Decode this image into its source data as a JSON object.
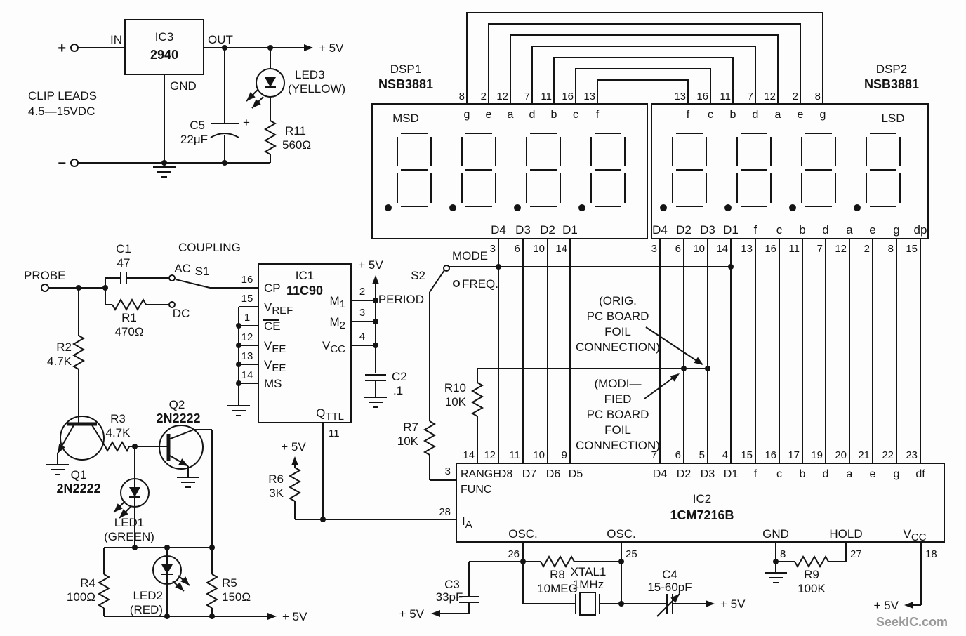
{
  "watermark": "SeekIC.com",
  "power": {
    "plus": "+",
    "minus": "−",
    "in_label": "IN",
    "out_label": "OUT",
    "gnd_label": "GND",
    "ic_ref": "IC3",
    "ic_part": "2940",
    "clip_line1": "CLIP LEADS",
    "clip_line2": "4.5—15VDC",
    "c5_ref": "C5",
    "c5_val": "22μF",
    "c5_polarity": "+",
    "led3_ref": "LED3",
    "led3_color": "(YELLOW)",
    "r11_ref": "R11",
    "r11_val": "560Ω",
    "v5": "+ 5V"
  },
  "displays": {
    "dsp1_ref": "DSP1",
    "dsp1_part": "NSB3881",
    "msd": "MSD",
    "dsp2_ref": "DSP2",
    "dsp2_part": "NSB3881",
    "lsd": "LSD",
    "dsp1_top_pins": [
      "8",
      "2",
      "12",
      "7",
      "11",
      "16",
      "13"
    ],
    "dsp1_top_segs": [
      "g",
      "e",
      "a",
      "d",
      "b",
      "c",
      "f"
    ],
    "dsp2_top_pins": [
      "13",
      "16",
      "11",
      "7",
      "12",
      "2",
      "8"
    ],
    "dsp2_top_segs": [
      "f",
      "c",
      "b",
      "d",
      "a",
      "e",
      "g"
    ],
    "dsp1_bot_labels": [
      "D4",
      "D3",
      "D2",
      "D1"
    ],
    "dsp1_bot_pins": [
      "3",
      "6",
      "10",
      "14"
    ],
    "dsp2_bot_labels": [
      "D4",
      "D2",
      "D3",
      "D1",
      "f",
      "c",
      "b",
      "d",
      "a",
      "e",
      "g",
      "dp"
    ],
    "dsp2_bot_pins": [
      "3",
      "6",
      "10",
      "14",
      "13",
      "16",
      "11",
      "7",
      "12",
      "2",
      "8",
      "15"
    ]
  },
  "front_end": {
    "probe": "PROBE",
    "c1_ref": "C1",
    "c1_val": "47",
    "coupling": "COUPLING",
    "ac": "AC",
    "dc": "DC",
    "s1": "S1",
    "r1_ref": "R1",
    "r1_val": "470Ω",
    "r2_ref": "R2",
    "r2_val": "4.7K",
    "q1_ref": "Q1",
    "q1_part": "2N2222",
    "r3_ref": "R3",
    "r3_val": "4.7K",
    "q2_ref": "Q2",
    "q2_part": "2N2222",
    "led1_ref": "LED1",
    "led1_color": "(GREEN)",
    "led2_ref": "LED2",
    "led2_color": "(RED)",
    "r4_ref": "R4",
    "r4_val": "100Ω",
    "r5_ref": "R5",
    "r5_val": "150Ω",
    "v5": "+ 5V"
  },
  "ic1": {
    "ref": "IC1",
    "part": "11C90",
    "v5": "+ 5V",
    "pin16": "16",
    "cp": "CP",
    "pin15": "15",
    "vref_base": "V",
    "vref_sub": "REF",
    "pin1": "1",
    "ce": "CE",
    "pin12": "12",
    "pin13": "13",
    "vee_base": "V",
    "vee_sub": "EE",
    "pin14": "14",
    "ms": "MS",
    "pin2": "2",
    "m1_base": "M",
    "m1_sub": "1",
    "pin3": "3",
    "m2_base": "M",
    "m2_sub": "2",
    "pin4": "4",
    "vcc_base": "V",
    "vcc_sub": "CC",
    "pin11": "11",
    "qttl_base": "Q",
    "qttl_sub": "TTL",
    "c2_ref": "C2",
    "c2_val": ".1",
    "r6_ref": "R6",
    "r6_val": "3K",
    "r6_v5": "+ 5V"
  },
  "mode_sw": {
    "mode": "MODE",
    "s2": "S2",
    "freq": "FREQ.",
    "period": "PERIOD",
    "r7_ref": "R7",
    "r7_val": "10K",
    "r10_ref": "R10",
    "r10_val": "10K"
  },
  "notes": {
    "orig": [
      "(ORIG.",
      "PC BOARD",
      "FOIL",
      "CONNECTION)"
    ],
    "mod": [
      "(MODI—",
      "FIED",
      "PC BOARD",
      "FOIL",
      "CONNECTION)"
    ]
  },
  "ic2": {
    "ref": "IC2",
    "part": "1CM7216B",
    "range": "RANGE",
    "func": "FUNC",
    "pin_range": "3",
    "pin_ia": "28",
    "ia_base": "I",
    "ia_sub": "A",
    "top_pins_left": [
      "14",
      "12",
      "11",
      "10",
      "9"
    ],
    "top_labels_left": [
      "D8",
      "D7",
      "D6",
      "D5"
    ],
    "top_pins_right": [
      "7",
      "6",
      "5",
      "4",
      "15",
      "16",
      "17",
      "19",
      "20",
      "21",
      "22",
      "23"
    ],
    "top_labels_right": [
      "D4",
      "D2",
      "D3",
      "D1",
      "f",
      "c",
      "b",
      "d",
      "a",
      "e",
      "g",
      "df"
    ],
    "osc_a": "OSC.",
    "pin_osc_a": "26",
    "osc_b": "OSC.",
    "pin_osc_b": "25",
    "gnd": "GND",
    "pin_gnd": "8",
    "hold": "HOLD",
    "pin_hold": "27",
    "vcc_base": "V",
    "vcc_sub": "CC",
    "pin_vcc": "18"
  },
  "timebase": {
    "c3_ref": "C3",
    "c3_val": "33pF",
    "v5_left": "+ 5V",
    "r8_ref": "R8",
    "r8_val": "10MEG",
    "xtal_ref": "XTAL1",
    "xtal_val": "1MHz",
    "c4_ref": "C4",
    "c4_val": "15-60pF",
    "v5_right": "+ 5V",
    "r9_ref": "R9",
    "r9_val": "100K",
    "v5_vcc": "+ 5V"
  }
}
